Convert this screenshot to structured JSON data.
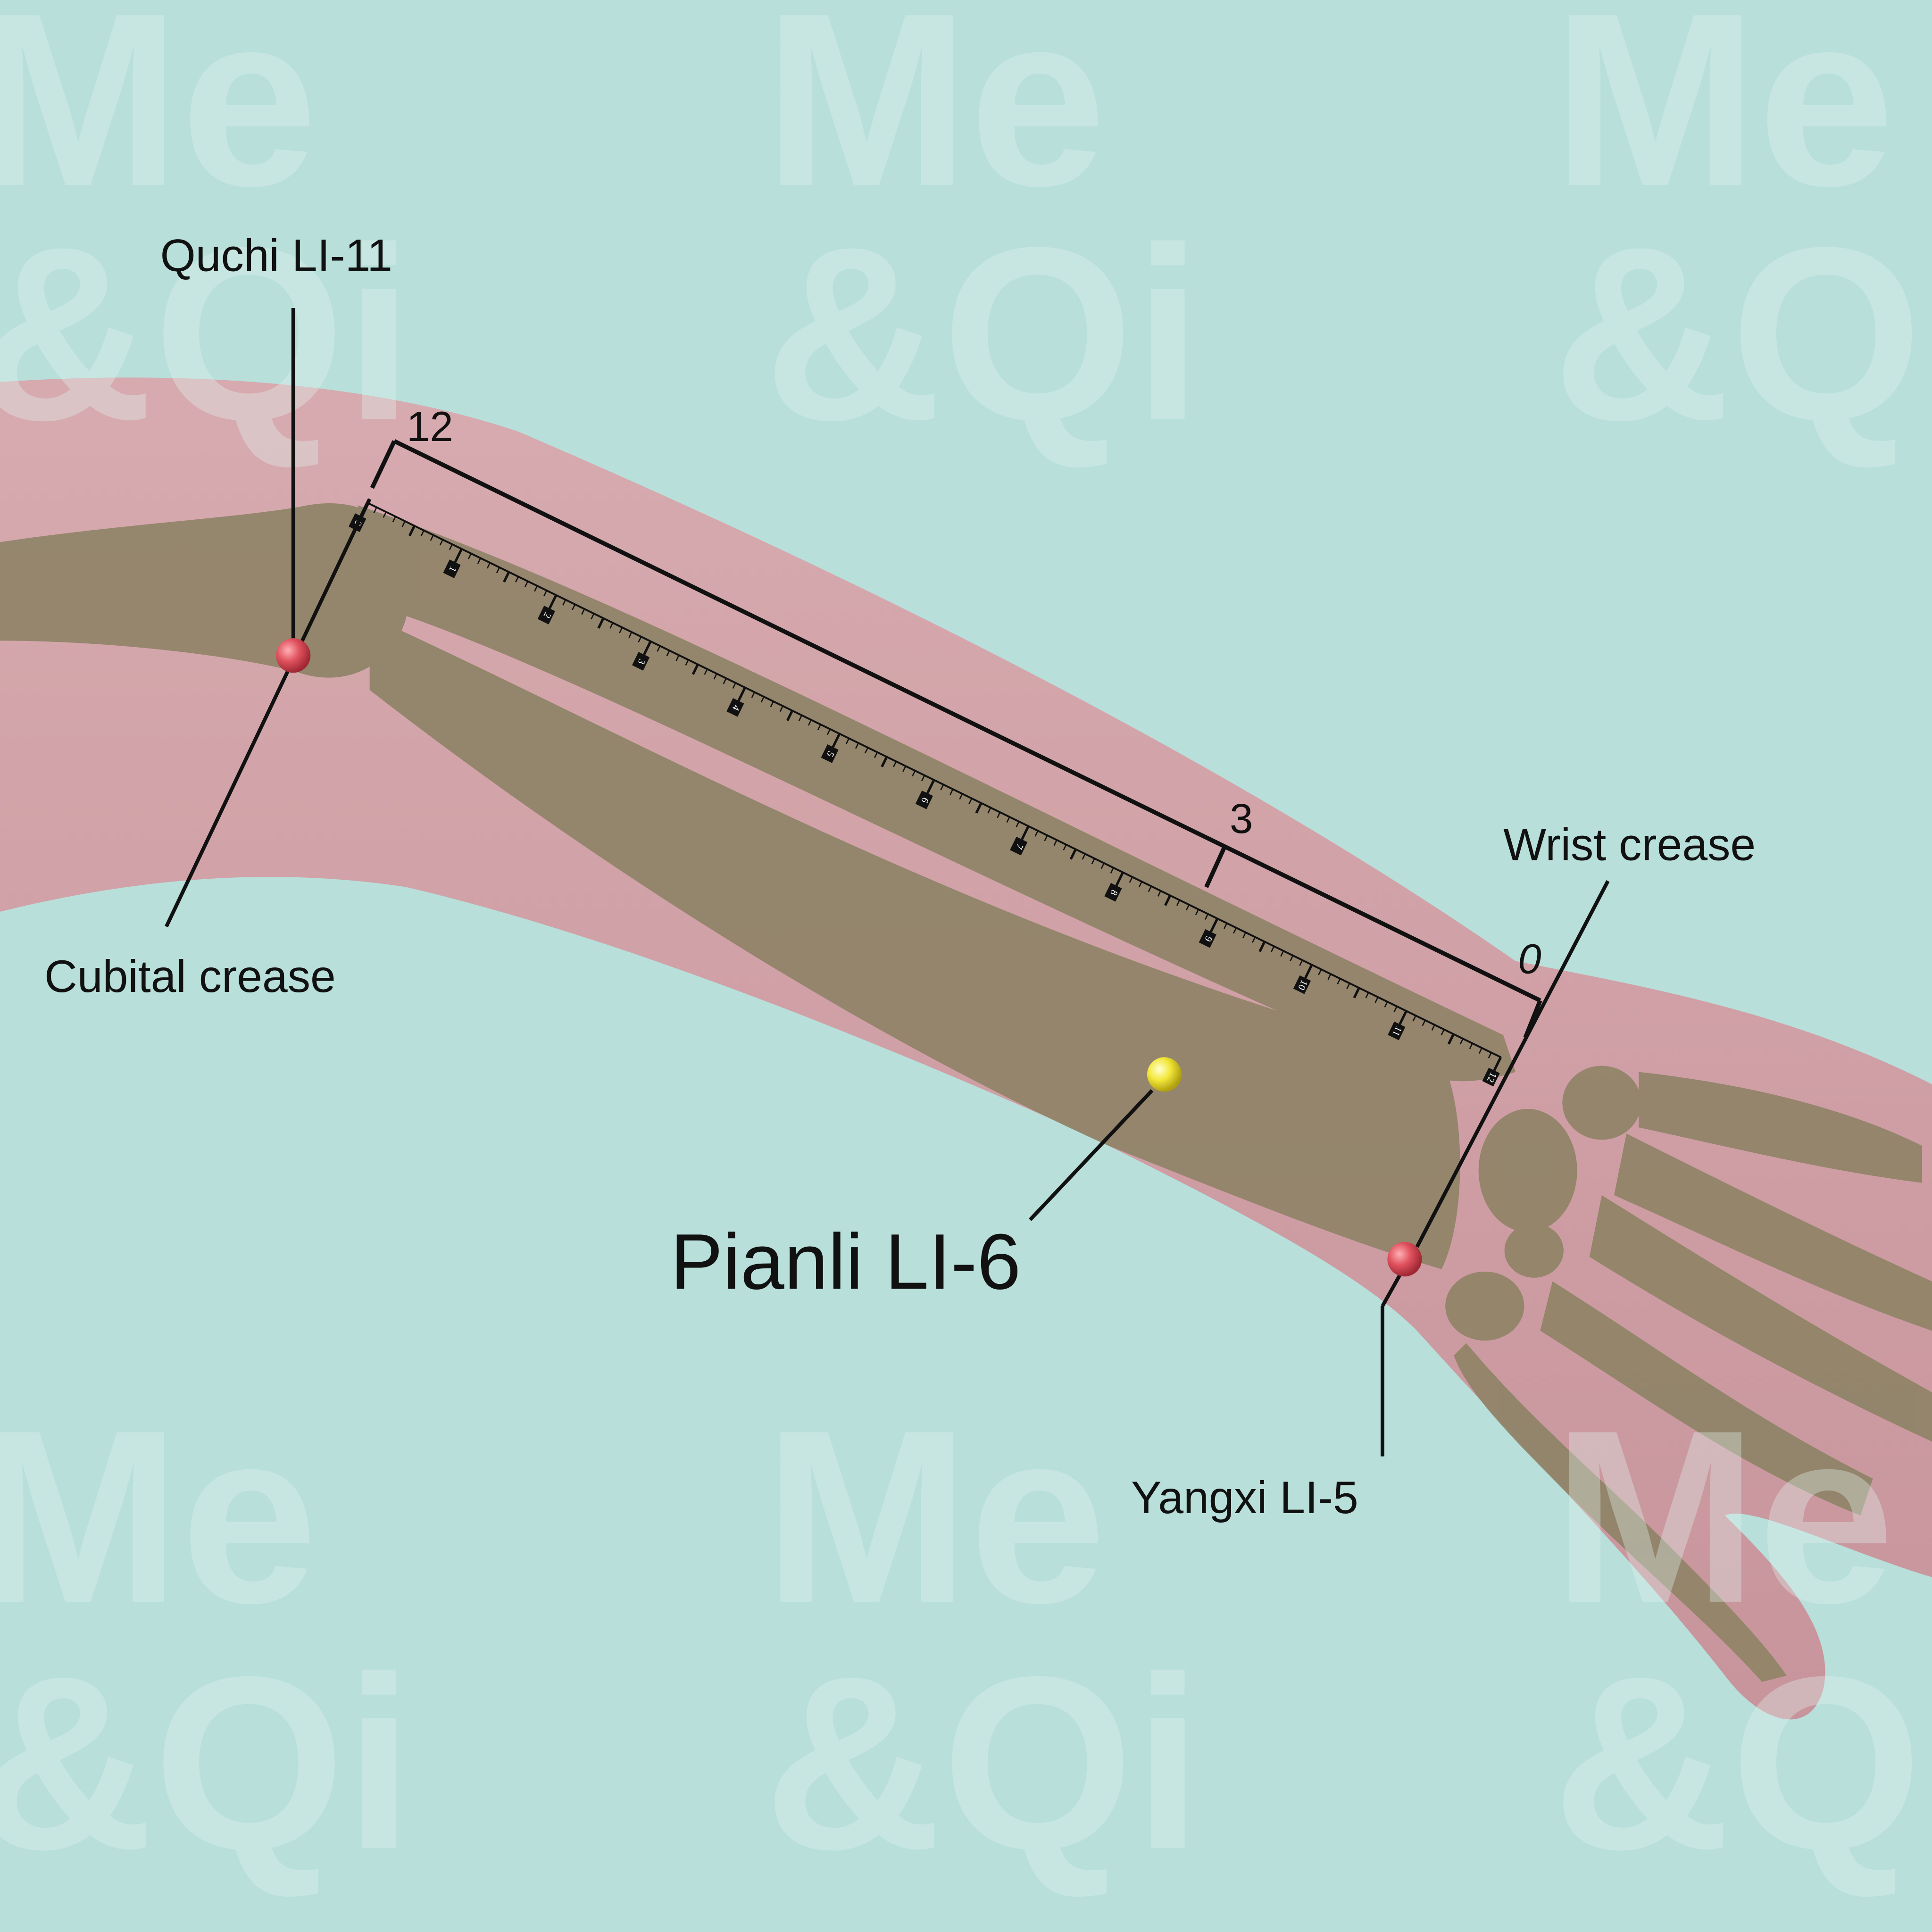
{
  "title": "Pianli LI-6",
  "watermark": "Me & Qi",
  "labels": {
    "target_point": "Pianli LI-6",
    "quchi": "Quchi LI-11",
    "cubital_crease": "Cubital crease",
    "wrist_crease": "Wrist crease",
    "yangxi": "Yangxi LI-5"
  },
  "measurement": {
    "total": "12",
    "marker": "3",
    "origin": "0"
  },
  "ruler": {
    "min": 0,
    "max": 12,
    "ticks": [
      "0",
      "1",
      "2",
      "3",
      "4",
      "5",
      "6",
      "7",
      "8",
      "9",
      "10",
      "11",
      "12"
    ]
  },
  "colors": {
    "background": "#b8dfda",
    "skin": "#d7a3a8",
    "bone": "#8e8366",
    "reference_point": "#e0525e",
    "target_point": "#f3e73a"
  }
}
